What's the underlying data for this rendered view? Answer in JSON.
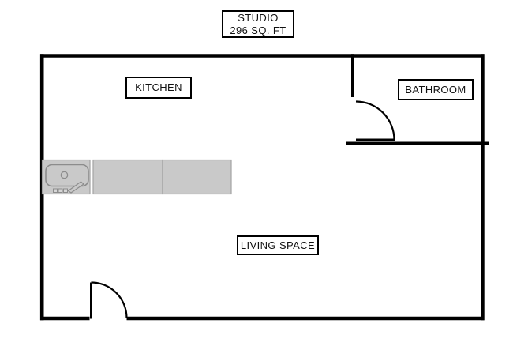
{
  "title_box": {
    "name": "STUDIO",
    "area": "296 SQ. FT"
  },
  "room_labels": {
    "kitchen": "KITCHEN",
    "bathroom": "BATHROOM",
    "living_space": "LIVING SPACE"
  },
  "fixtures": {
    "counter_sections": 3,
    "doors": [
      "entry-door",
      "bathroom-door"
    ],
    "sink": "kitchen-sink"
  },
  "colors": {
    "wall": "#000000",
    "counter_fill": "#c9c9c9",
    "counter_border": "#a3a3a3",
    "sink_stroke": "#8c8c8c",
    "knob_fill": "#d6d6d6",
    "label_text": "#111111",
    "background": "#ffffff"
  }
}
